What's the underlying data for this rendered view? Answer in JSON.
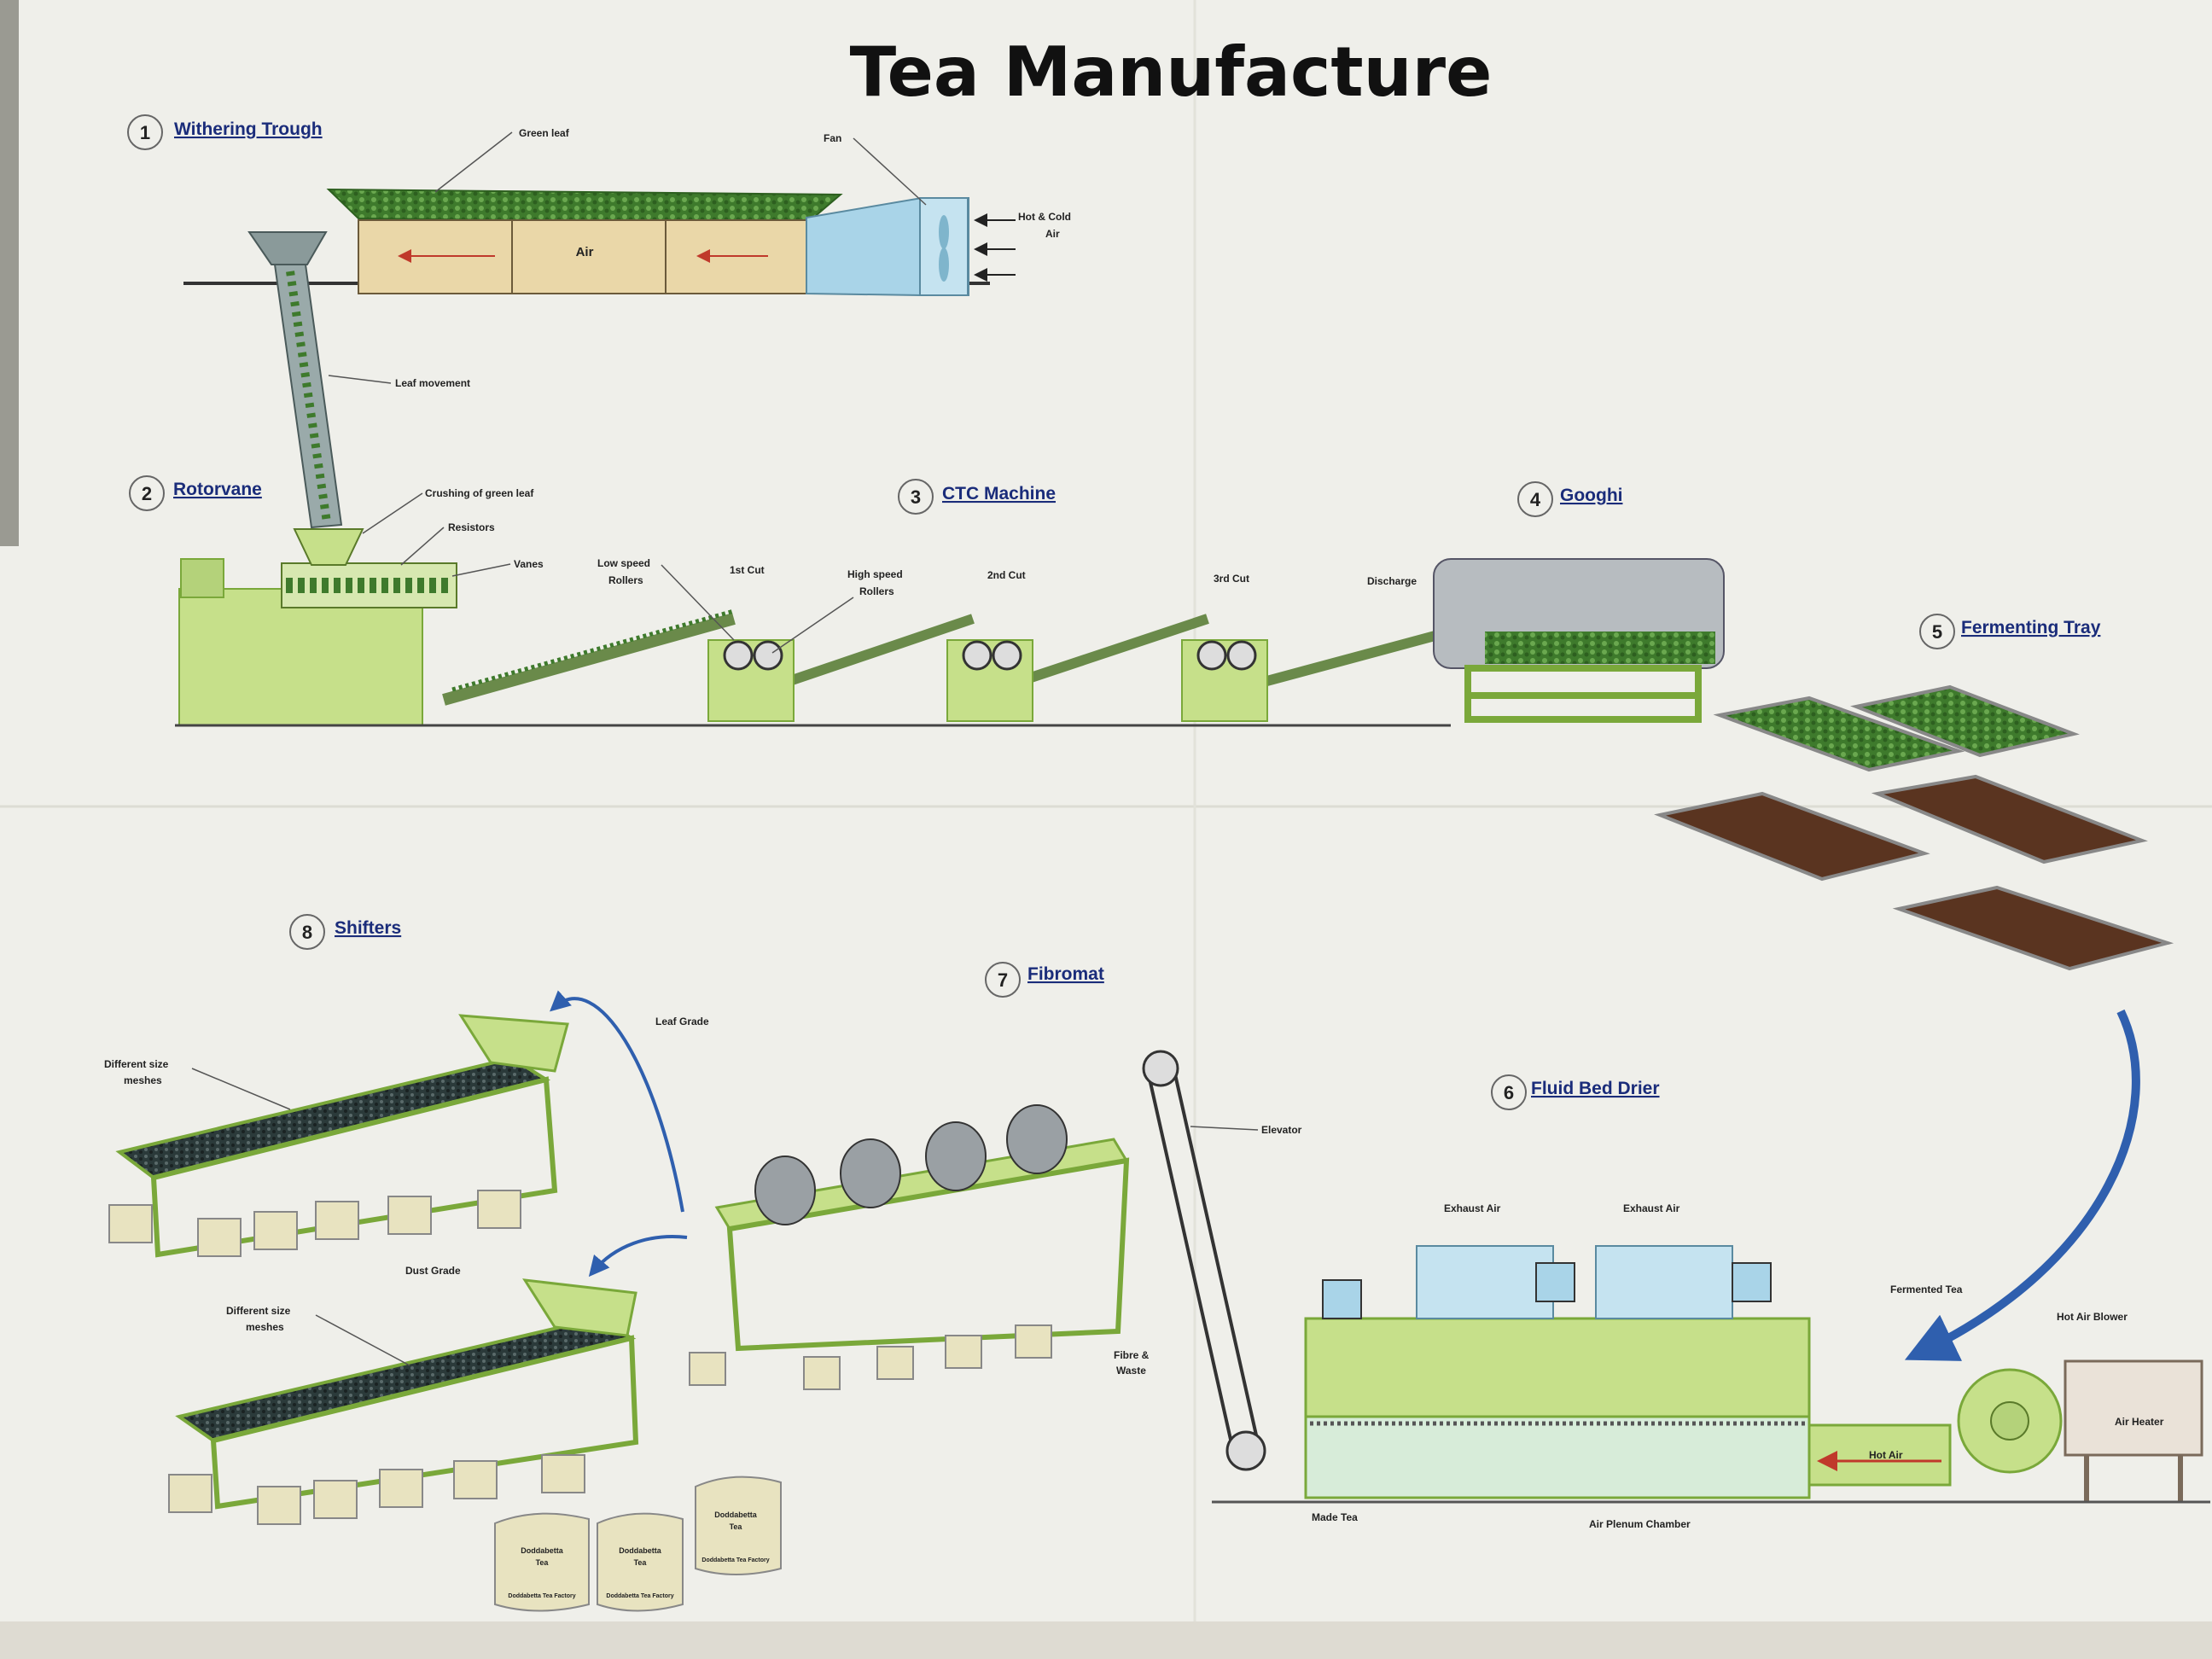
{
  "title": "Tea Manufacture",
  "sections": [
    {
      "number": "1",
      "name": "Withering Trough"
    },
    {
      "number": "2",
      "name": "Rotorvane"
    },
    {
      "number": "3",
      "name": "CTC Machine"
    },
    {
      "number": "4",
      "name": "Googhi"
    },
    {
      "number": "5",
      "name": "Fermenting Tray"
    },
    {
      "number": "6",
      "name": "Fluid Bed Drier"
    },
    {
      "number": "7",
      "name": "Fibromat"
    },
    {
      "number": "8",
      "name": "Shifters"
    }
  ],
  "labels": {
    "green_leaf": "Green leaf",
    "fan": "Fan",
    "hot_cold_air_1": "Hot & Cold",
    "hot_cold_air_2": "Air",
    "air": "Air",
    "leaf_movement": "Leaf movement",
    "crushing": "Crushing of green leaf",
    "resistors": "Resistors",
    "vanes": "Vanes",
    "low_speed_1": "Low speed",
    "low_speed_2": "Rollers",
    "first_cut": "1st Cut",
    "high_speed_1": "High speed",
    "high_speed_2": "Rollers",
    "second_cut": "2nd Cut",
    "third_cut": "3rd Cut",
    "discharge": "Discharge",
    "leaf_grade": "Leaf Grade",
    "diff_meshes_1a": "Different size",
    "diff_meshes_1b": "meshes",
    "dust_grade": "Dust Grade",
    "diff_meshes_2a": "Different size",
    "diff_meshes_2b": "meshes",
    "elevator": "Elevator",
    "fibre_1": "Fibre &",
    "fibre_2": "Waste",
    "exhaust_air_1": "Exhaust Air",
    "exhaust_air_2": "Exhaust Air",
    "fermented_tea": "Fermented Tea",
    "hot_air_blower": "Hot Air Blower",
    "air_heater": "Air Heater",
    "hot_air": "Hot Air",
    "made_tea": "Made Tea",
    "air_plenum": "Air Plenum Chamber"
  },
  "bags": [
    {
      "line1": "Doddabetta",
      "line2": "Tea",
      "line3": "Doddabetta Tea Factory"
    },
    {
      "line1": "Doddabetta",
      "line2": "Tea",
      "line3": "Doddabetta Tea Factory"
    },
    {
      "line1": "Doddabetta",
      "line2": "Tea",
      "line3": "Doddabetta Tea Factory"
    }
  ],
  "colors": {
    "machine_green": "#c6e08a",
    "machine_dark": "#7aa83a",
    "leaf_green": "#3e7a2c",
    "fermented_brown": "#5a3420",
    "arrow_blue": "#2f5fae",
    "title_blue": "#1a2c7a",
    "air_blue": "#a9d4e8",
    "sack": "#e8e3c0"
  }
}
